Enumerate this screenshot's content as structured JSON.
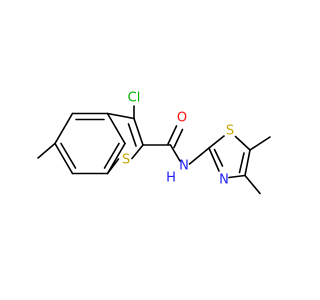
{
  "molecule": {
    "atoms": {
      "chlorine": {
        "text": "Cl",
        "color": "#00b300"
      },
      "oxygen": {
        "text": "O",
        "color": "#ff0d0d"
      },
      "sulfur_benzothiophene": {
        "text": "S",
        "color": "#c8a800"
      },
      "sulfur_thiazole": {
        "text": "S",
        "color": "#c8a800"
      },
      "amide_n": {
        "text": "N",
        "color": "#2020ff"
      },
      "amide_h": {
        "text": "H",
        "color": "#2020ff"
      },
      "thiazole_n": {
        "text": "N",
        "color": "#2020ff"
      }
    },
    "bond_color": "#000000"
  }
}
